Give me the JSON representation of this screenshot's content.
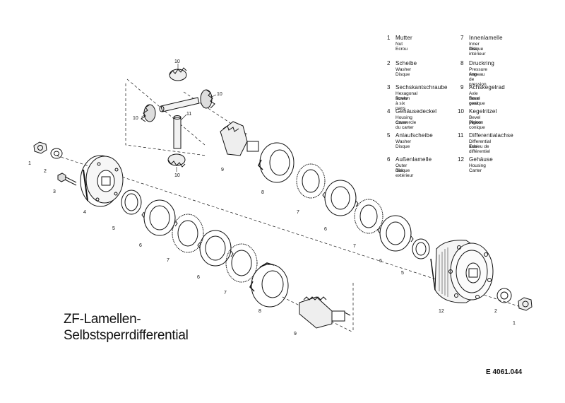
{
  "title": {
    "line1": "ZF-Lamellen-",
    "line2": "Selbstsperrdifferential"
  },
  "drawing_code": "E 4061.044",
  "legend": [
    {
      "num": "1",
      "de": "Mutter",
      "en": "Nut",
      "fr": "Ecrou"
    },
    {
      "num": "2",
      "de": "Scheibe",
      "en": "Washer",
      "fr": "Disque"
    },
    {
      "num": "3",
      "de": "Sechskantschraube",
      "en": "Hexagonal screw",
      "fr": "Boulon à six pans"
    },
    {
      "num": "4",
      "de": "Gehäusedeckel",
      "en": "Housing cover",
      "fr": "Couvercle du carter"
    },
    {
      "num": "5",
      "de": "Anlaufscheibe",
      "en": "Washer",
      "fr": "Disque"
    },
    {
      "num": "6",
      "de": "Außenlamelle",
      "en": "Outer disk",
      "fr": "Disque extérieur"
    },
    {
      "num": "7",
      "de": "Innenlamelle",
      "en": "Inner disk",
      "fr": "Disque intérieur"
    },
    {
      "num": "8",
      "de": "Druckring",
      "en": "Pressure ring",
      "fr": "Anneau de pression"
    },
    {
      "num": "9",
      "de": "Achskegelrad",
      "en": "Axle bevel gear",
      "fr": "Roue conique"
    },
    {
      "num": "10",
      "de": "Kegelritzel",
      "en": "Bevel pinion",
      "fr": "Pignon conique"
    },
    {
      "num": "11",
      "de": "Differentialachse",
      "en": "Differential axle",
      "fr": "Essieu de différentiel"
    },
    {
      "num": "12",
      "de": "Gehäuse",
      "en": "Housing",
      "fr": "Carter"
    }
  ],
  "part_labels": {
    "p1": "1",
    "p2": "2",
    "p3": "3",
    "p4": "4",
    "p5a": "5",
    "p6a": "6",
    "p7a": "7",
    "p6b": "6",
    "p7b": "7",
    "p8a": "8",
    "p9a": "9",
    "p10a": "10",
    "p10b": "10",
    "p10c": "10",
    "p10d": "10",
    "p11": "11",
    "p9b": "9",
    "p8b": "8",
    "p7c": "7",
    "p6c": "6",
    "p7d": "7",
    "p6d": "6",
    "p5b": "5",
    "p12": "12",
    "p2b": "2",
    "p1b": "1"
  }
}
